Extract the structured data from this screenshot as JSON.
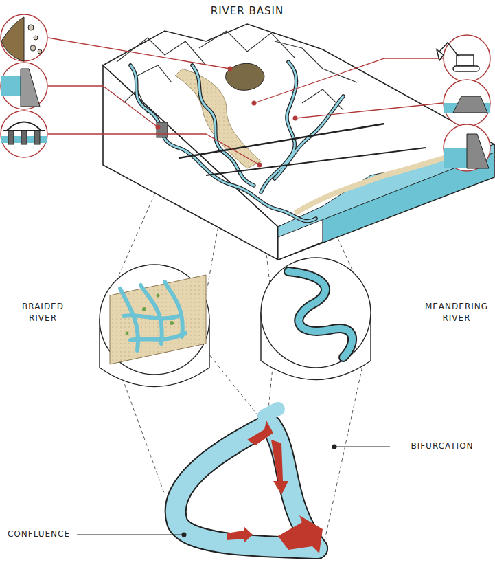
{
  "diagram": {
    "title": "RIVER BASIN",
    "labels": [
      "BRAIDED RIVER",
      "MEANDERING RIVER",
      "BIFURCATION",
      "CONFLUENCE"
    ]
  }
}
